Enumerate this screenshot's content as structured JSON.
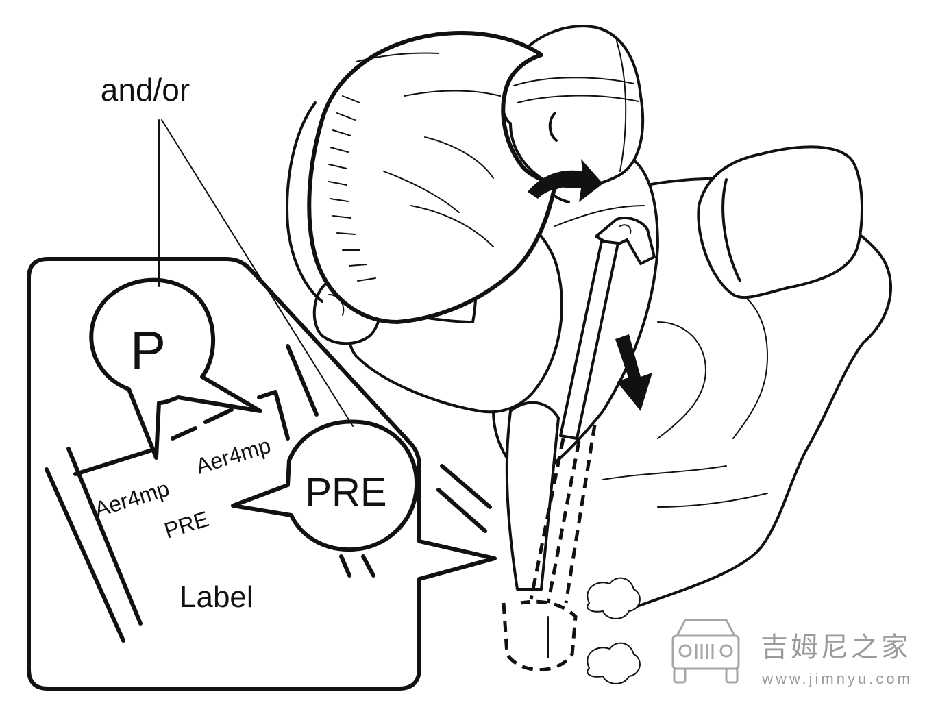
{
  "callout_label": "and/or",
  "label_box": {
    "caption": "Label",
    "indicator_p": "P",
    "indicator_pre": "PRE",
    "label_text_1": "Aer4mp",
    "label_text_2": "Aer4mp",
    "label_text_3": "PRE"
  },
  "watermark": {
    "name": "吉姆尼之家",
    "url": "www.jimnyu.com"
  },
  "icons": {
    "logo": "jeep-front-logo-icon",
    "arrow_pretensioner": "arrow-down-icon",
    "arrow_shoulder": "curved-arrow-icon"
  }
}
